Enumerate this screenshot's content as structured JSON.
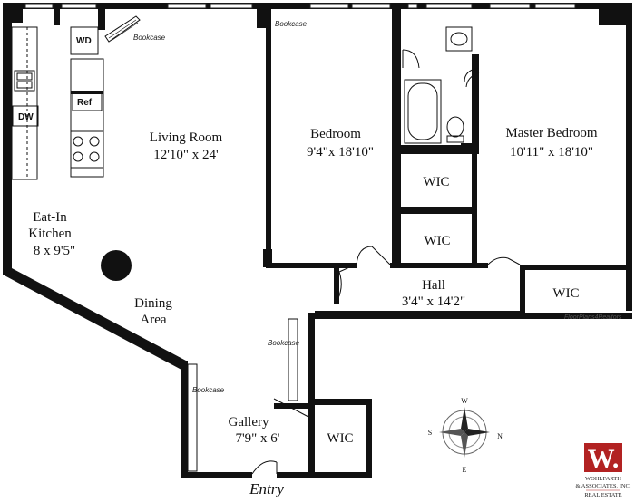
{
  "rooms": {
    "living": {
      "name": "Living Room",
      "dims": "12'10\" x 24'"
    },
    "bedroom": {
      "name": "Bedroom",
      "dims": "9'4\"x 18'10\""
    },
    "master": {
      "name": "Master Bedroom",
      "dims": "10'11\" x 18'10\""
    },
    "kitchen": {
      "name1": "Eat-In",
      "name2": "Kitchen",
      "dims": "8 x 9'5\""
    },
    "dining": {
      "name1": "Dining",
      "name2": "Area"
    },
    "hall": {
      "name": "Hall",
      "dims": "3'4\" x 14'2\""
    },
    "gallery": {
      "name": "Gallery",
      "dims": "7'9\" x 6'"
    },
    "wic1": "WIC",
    "wic2": "WIC",
    "wic3": "WIC",
    "wic4": "WIC"
  },
  "labels": {
    "bookcase1": "Bookcase",
    "bookcase2": "Bookcase",
    "bookcase3": "Bookcase",
    "bookcase4": "Bookcase",
    "wd": "WD",
    "ref": "Ref",
    "dw": "DW",
    "entry": "Entry",
    "watermark": "FloorPlans4Realtors"
  },
  "compass": {
    "n": "N",
    "s": "S",
    "e": "E",
    "w": "W"
  },
  "logo": {
    "letter": "W.",
    "line1": "WOHLFARTH",
    "line2": "& ASSOCIATES, INC.",
    "line3": "REAL ESTATE",
    "color": "#b22222"
  }
}
